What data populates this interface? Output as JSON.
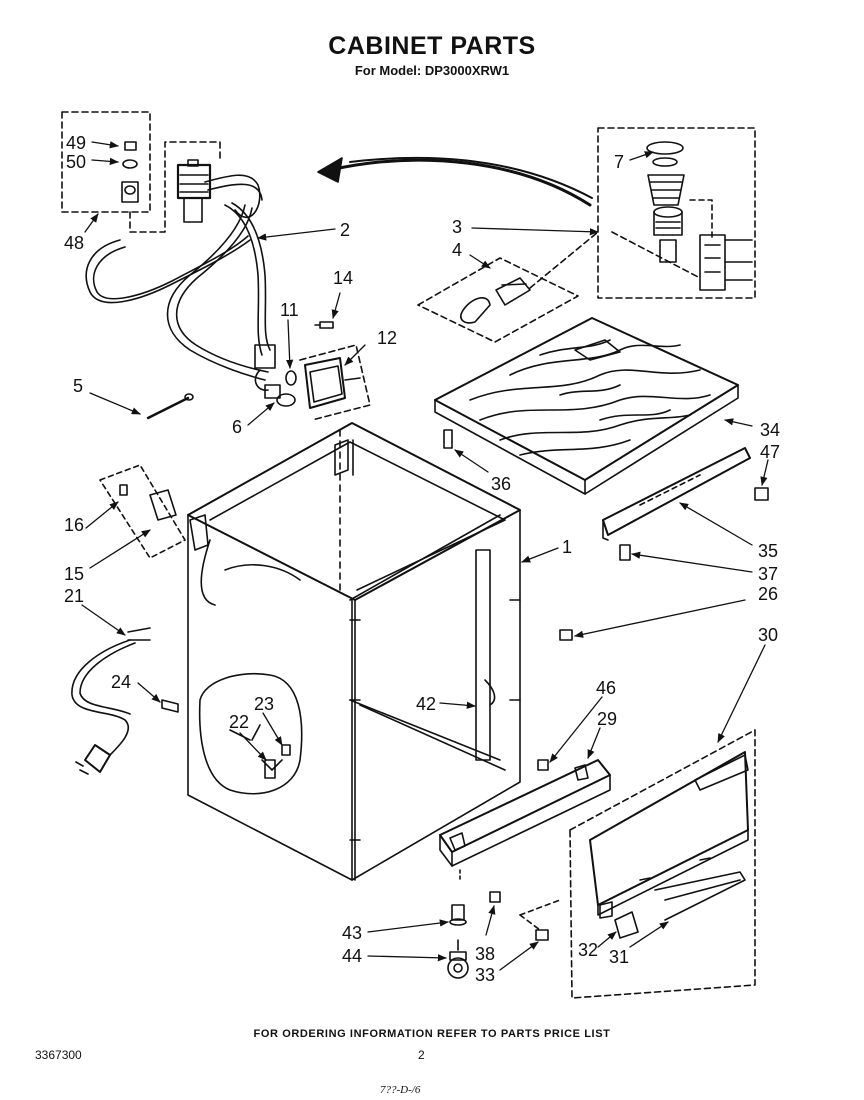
{
  "title": "CABINET PARTS",
  "subtitle": "For Model: DP3000XRW1",
  "callouts": [
    "49",
    "50",
    "48",
    "2",
    "7",
    "3",
    "4",
    "14",
    "11",
    "12",
    "5",
    "6",
    "34",
    "36",
    "47",
    "16",
    "1",
    "35",
    "15",
    "37",
    "21",
    "26",
    "30",
    "24",
    "46",
    "42",
    "23",
    "29",
    "22",
    "43",
    "38",
    "32",
    "31",
    "44",
    "33"
  ],
  "footer": {
    "note": "FOR ORDERING INFORMATION REFER TO PARTS PRICE LIST",
    "doc_number": "3367300",
    "page_number": "2",
    "handwritten": "7??-D-/6"
  }
}
